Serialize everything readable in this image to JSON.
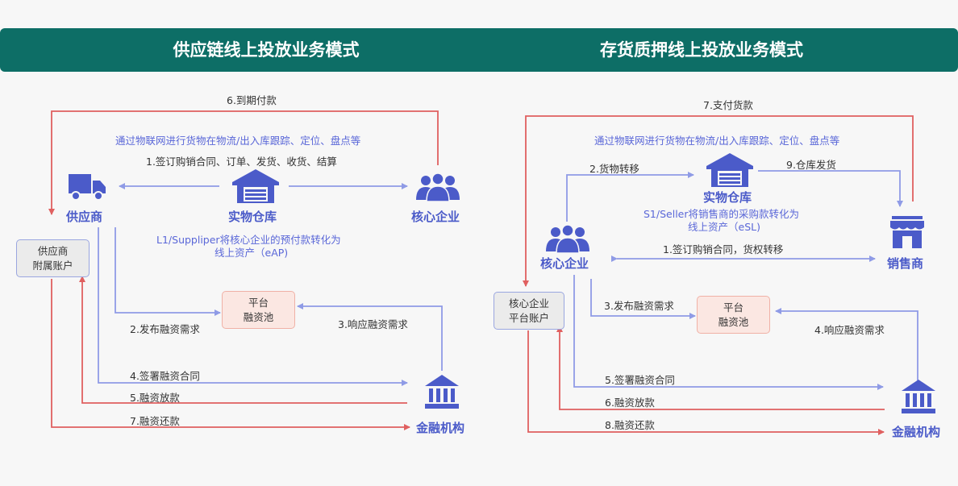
{
  "left": {
    "title": "供应链线上投放业务模式",
    "top_arrow_label": "6.到期付款",
    "iot_text": "通过物联网进行货物在物流/出入库跟踪、定位、盘点等",
    "contract_label": "1.签订购销合同、订单、发货、收货、结算",
    "supplier": "供应商",
    "warehouse": "实物仓库",
    "core": "核心企业",
    "conversion_text_1": "L1/Suppliper将核心企业的预付款转化为",
    "conversion_text_2": "线上资产（eAP)",
    "account_1": "供应商",
    "account_2": "附属账户",
    "pool_1": "平台",
    "pool_2": "融资池",
    "step2": "2.发布融资需求",
    "step3": "3.响应融资需求",
    "step4": "4.签署融资合同",
    "step5": "5.融资放款",
    "step7": "7.融资还款",
    "finance": "金融机构"
  },
  "right": {
    "title": "存货质押线上投放业务模式",
    "top_arrow_label": "7.支付货款",
    "iot_text": "通过物联网进行货物在物流/出入库跟踪、定位、盘点等",
    "step_transfer": "2.货物转移",
    "step_ship": "9.仓库发货",
    "warehouse": "实物仓库",
    "conversion_text_1": "S1/Seller将销售商的采购款转化为",
    "conversion_text_2": "线上资产（eSL)",
    "core": "核心企业",
    "contract_label": "1.签订购销合同，货权转移",
    "dealer": "销售商",
    "account_1": "核心企业",
    "account_2": "平台账户",
    "step3": "3.发布融资需求",
    "pool_1": "平台",
    "pool_2": "融资池",
    "step4": "4.响应融资需求",
    "step5": "5.签署融资合同",
    "step6": "6.融资放款",
    "step8": "8.融资还款",
    "finance": "金融机构"
  },
  "colors": {
    "banner": "#0d6e66",
    "blue_line": "#8f9be6",
    "red_line": "#e06060",
    "icon_blue": "#4b5bc9"
  }
}
